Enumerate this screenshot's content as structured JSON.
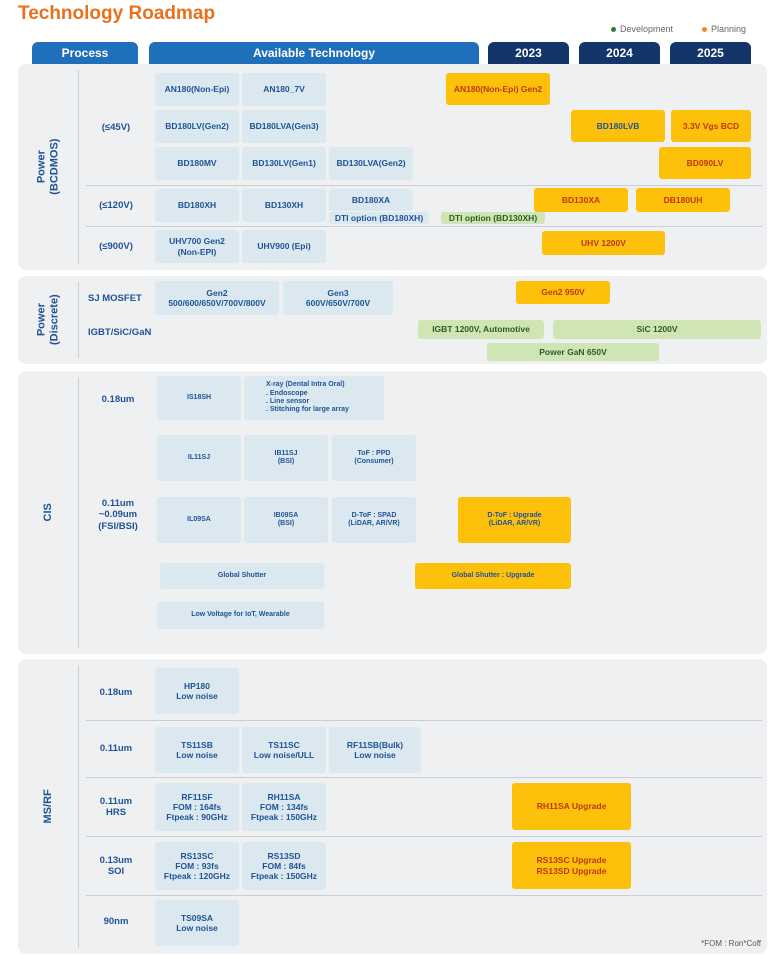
{
  "title": "Technology Roadmap",
  "legend": {
    "development": {
      "label": "Development",
      "color": "#2e7d32"
    },
    "planning": {
      "label": "Planning",
      "color": "#f08a1c"
    }
  },
  "headers": {
    "process": "Process",
    "available": "Available Technology",
    "y2023": "2023",
    "y2024": "2024",
    "y2025": "2025"
  },
  "colors": {
    "dev_fill": "#cfe6b4",
    "plan_fill": "#fdc10c",
    "tech_fill": "#dbe8ef",
    "accent": "#1f6fba",
    "title": "#e8711c"
  },
  "sections": {
    "bcdmos": {
      "name": "Power\n(BCDMOS)",
      "rows": [
        "(≤45V)",
        "(≤120V)",
        "(≤900V)"
      ],
      "cells": [
        "AN180(Non-Epi)",
        "AN180_7V",
        "AN180(Non-Epi) Gen2",
        "BD180LV(Gen2)",
        "BD180LVA(Gen3)",
        "BD180LVB",
        "3.3V Vgs BCD",
        "BD180MV",
        "BD130LV(Gen1)",
        "BD130LVA(Gen2)",
        "BD090LV",
        "BD180XH",
        "BD130XH",
        "BD180XA",
        "DTI option (BD180XH)",
        "DTI option (BD130XH)",
        "BD130XA",
        "DB180UH",
        "UHV700 Gen2\n(Non-EPI)",
        "UHV900 (Epi)",
        "UHV 1200V"
      ]
    },
    "discrete": {
      "name": "Power\n(Discrete)",
      "rows": [
        "SJ MOSFET",
        "IGBT/SiC/GaN"
      ],
      "cells": [
        "Gen2\n500/600/650V/700V/800V",
        "Gen3\n600V/650V/700V",
        "Gen2 950V",
        "IGBT 1200V, Automotive",
        "SiC 1200V",
        "Power GaN 650V"
      ]
    },
    "cis": {
      "name": "CIS",
      "rows": [
        "0.18um",
        "0.11um\n~0.09um\n(FSI/BSI)"
      ],
      "cells": [
        "IS18SH",
        "X-ray (Dental Intra Oral)\n. Endoscope\n. Line sensor\n. Stitching for large array",
        "IL11SJ",
        "IB11SJ\n(BSI)",
        "ToF : PPD\n(Consumer)",
        "IL09SA",
        "IB09SA\n(BSI)",
        "D-ToF : SPAD\n(LiDAR, AR/VR)",
        "D-ToF : Upgrade\n(LiDAR, AR/VR)",
        "Global Shutter",
        "Global Shutter : Upgrade",
        "Low Voltage for IoT, Wearable"
      ]
    },
    "msrf": {
      "name": "MS/RF",
      "rows": [
        "0.18um",
        "0.11um",
        "0.11um\nHRS",
        "0.13um\nSOI",
        "90nm"
      ],
      "cells": [
        "HP180\nLow noise",
        "TS11SB\nLow noise",
        "TS11SC\nLow noise/ULL",
        "RF11SB(Bulk)\nLow noise",
        "RF11SF\nFOM : 164fs\nFtpeak : 90GHz",
        "RH11SA\nFOM : 134fs\nFtpeak : 150GHz",
        "RH11SA Upgrade",
        "RS13SC\nFOM : 93fs\nFtpeak : 120GHz",
        "RS13SD\nFOM : 84fs\nFtpeak : 150GHz",
        "RS13SC Upgrade\nRS13SD Upgrade",
        "TS09SA\nLow noise"
      ]
    }
  },
  "footnote": "*FOM : Ron*Coff"
}
